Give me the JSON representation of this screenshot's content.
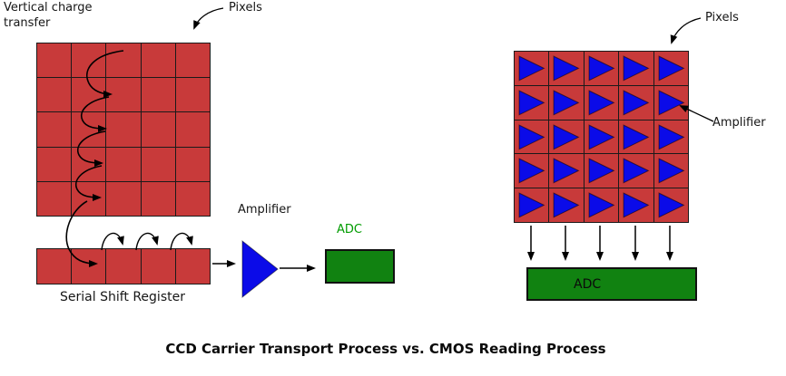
{
  "title": "CCD Carrier Transport Process vs. CMOS Reading Process",
  "colors": {
    "pixel_red": "#C83A3A",
    "grid_line": "#1a1a1a",
    "amplifier_blue": "#0B0BE8",
    "adc_fill_green": "#118211",
    "adc_text_green": "#009B00",
    "arrow_black": "#000000"
  },
  "ccd": {
    "heading": "Vertical charge transfer",
    "pixels_label": "Pixels",
    "amplifier_label": "Amplifier",
    "adc_label": "ADC",
    "register_label": "Serial Shift Register",
    "grid": {
      "rows": 5,
      "cols": 5
    },
    "register": {
      "rows": 1,
      "cols": 5
    }
  },
  "cmos": {
    "pixels_label": "Pixels",
    "amplifier_label": "Amplifier",
    "adc_label": "ADC",
    "grid": {
      "rows": 5,
      "cols": 5
    }
  }
}
